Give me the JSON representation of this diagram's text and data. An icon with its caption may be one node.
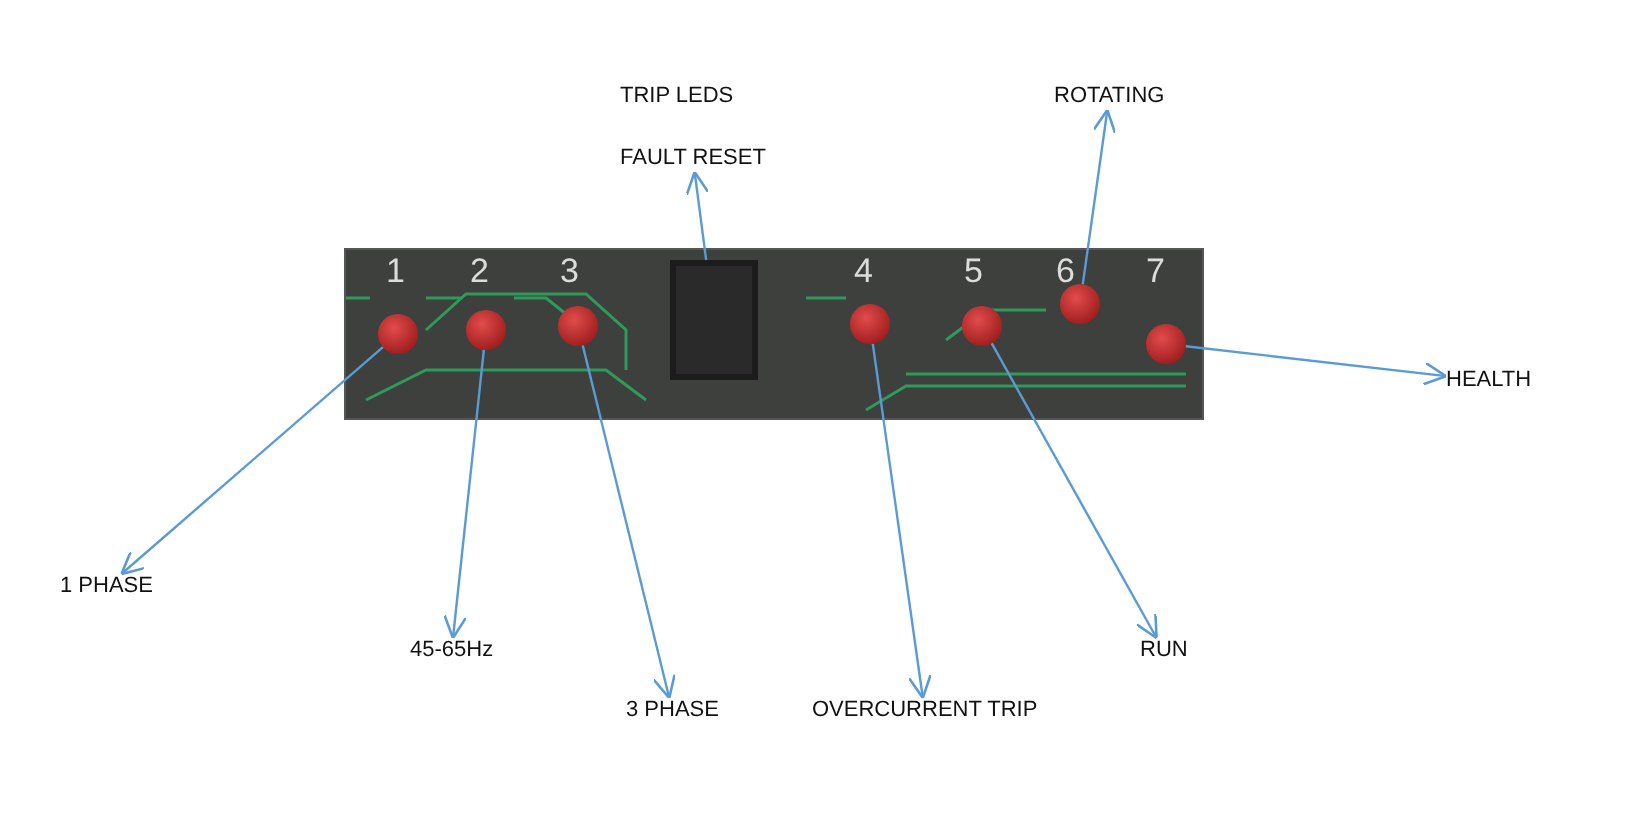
{
  "diagram": {
    "nodes": [
      {
        "text": [],
        "shape": "picture"
      },
      {
        "text": [],
        "shape": "circle",
        "in": 0
      },
      {
        "text": [],
        "shape": "circle",
        "in": 0
      },
      {
        "text": [],
        "shape": "circle",
        "in": 0
      },
      {
        "text": [],
        "shape": "box",
        "in": 0
      },
      {
        "text": [],
        "shape": "circle",
        "in": 0
      },
      {
        "text": [],
        "shape": "circle",
        "in": 0
      },
      {
        "text": [],
        "shape": "circle",
        "in": 0
      },
      {
        "text": [],
        "shape": "circle",
        "in": 0
      },
      {
        "text": [
          "FAULT RESET"
        ]
      },
      {
        "text": [
          "ROTATING"
        ]
      },
      {
        "text": [
          "HEALTH"
        ]
      },
      {
        "text": [
          "1 PHASE"
        ]
      },
      {
        "text": [
          "45-65Hz"
        ]
      },
      {
        "text": [
          "RUN"
        ]
      },
      {
        "text": [
          "3 PHASE"
        ]
      },
      {
        "text": [
          "OVERCURRENT TRIP"
        ]
      }
    ],
    "edges": [
      {
        "from": 4,
        "to": 9,
        "arrow": "to"
      },
      {
        "from": 7,
        "to": 10,
        "arrow": "to"
      },
      {
        "from": 8,
        "to": 11,
        "arrow": "to"
      },
      {
        "from": 1,
        "to": 12,
        "arrow": "to"
      },
      {
        "from": 2,
        "to": 13,
        "arrow": "to"
      },
      {
        "from": 6,
        "to": 14,
        "arrow": "to"
      },
      {
        "from": 3,
        "to": 15,
        "arrow": "to"
      },
      {
        "from": 5,
        "to": 16,
        "arrow": "to"
      }
    ],
    "labels": [
      "TRIP LEDS",
      "1",
      "2",
      "3",
      "4",
      "5",
      "6",
      "7"
    ]
  }
}
